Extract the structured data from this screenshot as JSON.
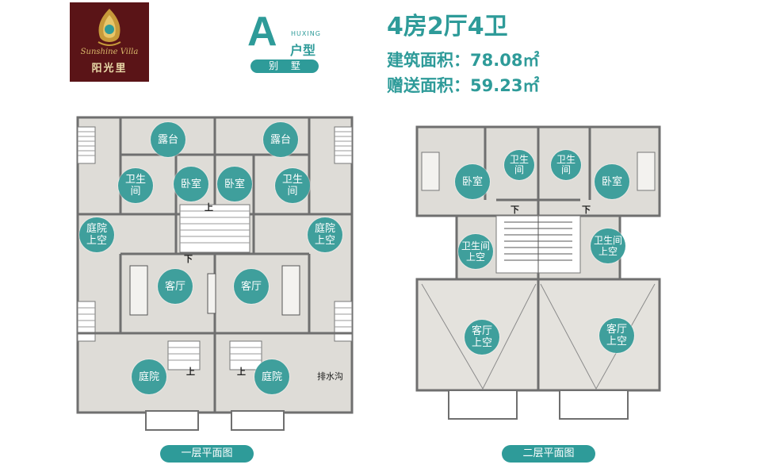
{
  "logo": {
    "english": "Sunshine Villa",
    "chinese": "阳光里"
  },
  "unit_type": {
    "letter": "A",
    "pinyin": "HUXING",
    "name": "户型",
    "category": "别 墅"
  },
  "heading": {
    "rooms": "4房2厅4卫",
    "built_area": "建筑面积：78.08㎡",
    "bonus_area": "赠送面积：59.23㎡"
  },
  "floor1": {
    "label": "一层平面图",
    "rooms": {
      "terrace_left": "露台",
      "terrace_right": "露台",
      "bath_left": "卫生\n间",
      "bath_right": "卫生\n间",
      "bedroom_left": "卧室",
      "bedroom_right": "卧室",
      "yard_void_left": "庭院\n上空",
      "yard_void_right": "庭院\n上空",
      "living_left": "客厅",
      "living_right": "客厅",
      "yard_left": "庭院",
      "yard_right": "庭院"
    },
    "marks": {
      "down": "下",
      "up": "上",
      "drain": "排水沟"
    }
  },
  "floor2": {
    "label": "二层平面图",
    "rooms": {
      "bedroom_left": "卧室",
      "bedroom_right": "卧室",
      "bath_left": "卫生\n间",
      "bath_right": "卫生\n间",
      "bath_void_left": "卫生间\n上空",
      "bath_void_right": "卫生间\n上空",
      "living_void_left": "客厅\n上空",
      "living_void_right": "客厅\n上空"
    },
    "marks": {
      "down": "下"
    }
  },
  "colors": {
    "accent": "#2e9b99",
    "room_circle": "#3f9f9c",
    "logo_bg": "#5a1417",
    "wall": "#6f6f6f",
    "floor_fill": "#dedcd7"
  }
}
